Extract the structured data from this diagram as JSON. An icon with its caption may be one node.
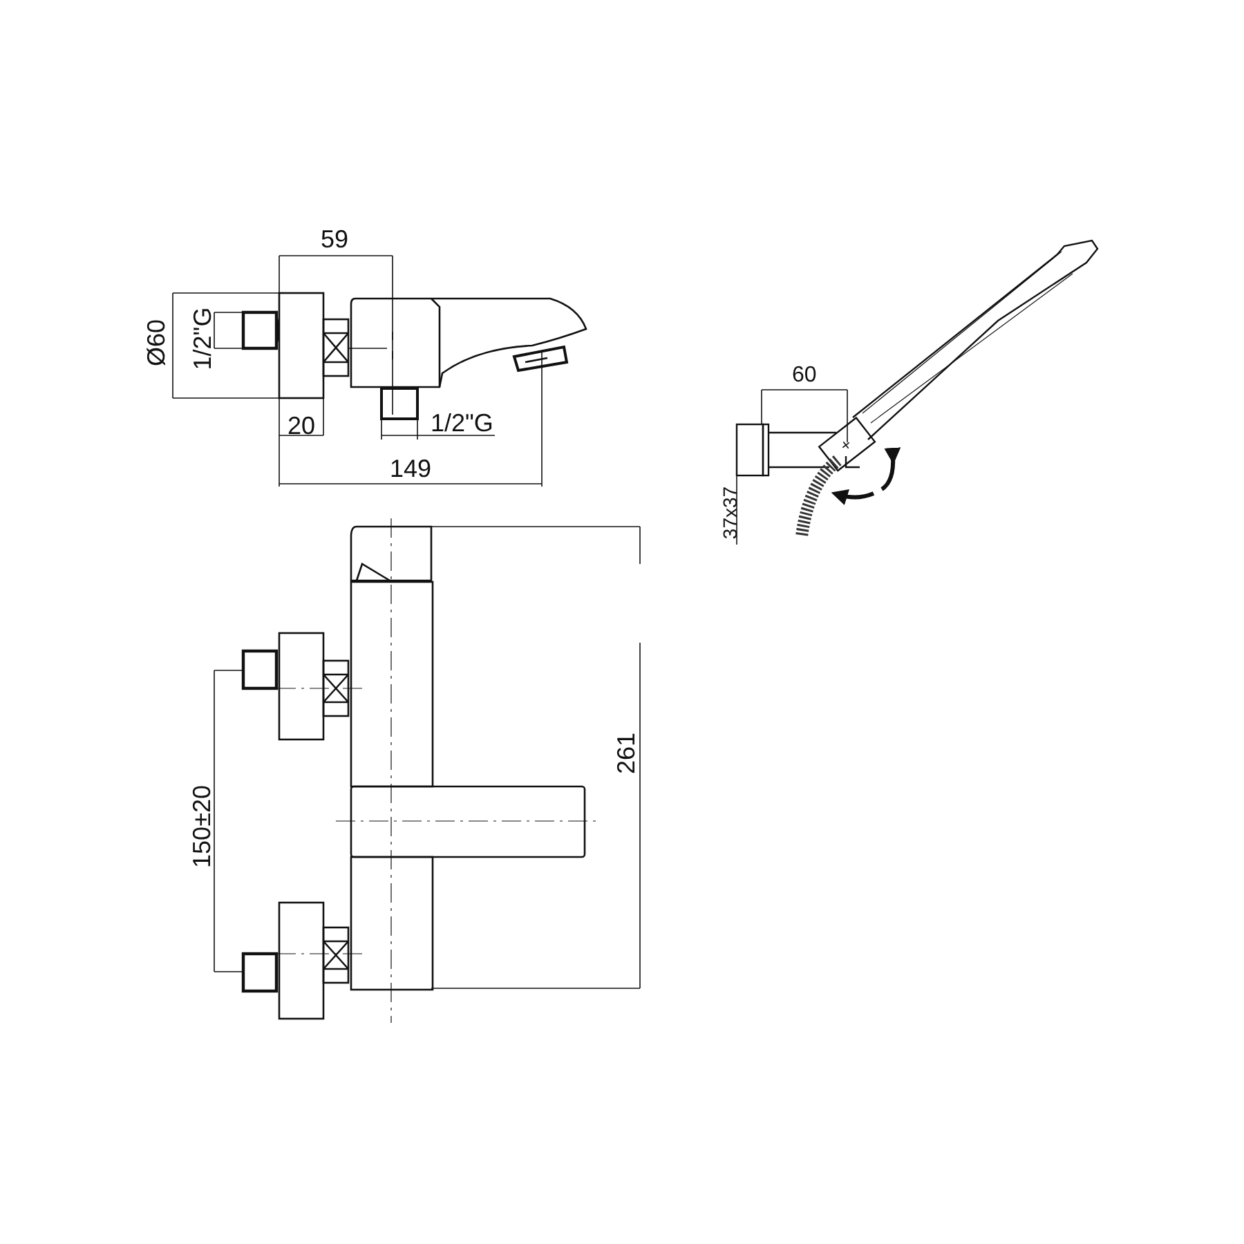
{
  "diagram": {
    "labels": [
      "59",
      "Ø60",
      "1/2\"G",
      "20",
      "1/2\"G",
      "149",
      "60",
      "37x37",
      "150±20",
      "261"
    ]
  }
}
